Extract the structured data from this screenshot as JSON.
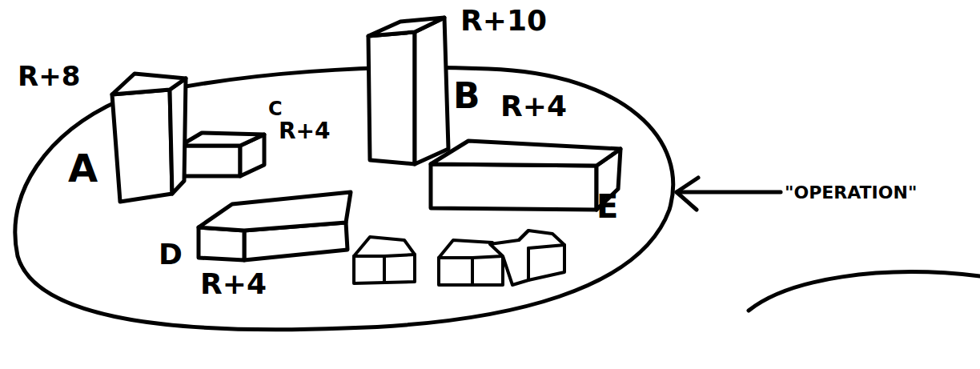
{
  "diagram": {
    "labels": [
      "R+8",
      "R+10",
      "C",
      "R+4",
      "B",
      "R+4",
      "\"OPERATION\"",
      "A",
      "E",
      "D",
      "R+4"
    ]
  }
}
